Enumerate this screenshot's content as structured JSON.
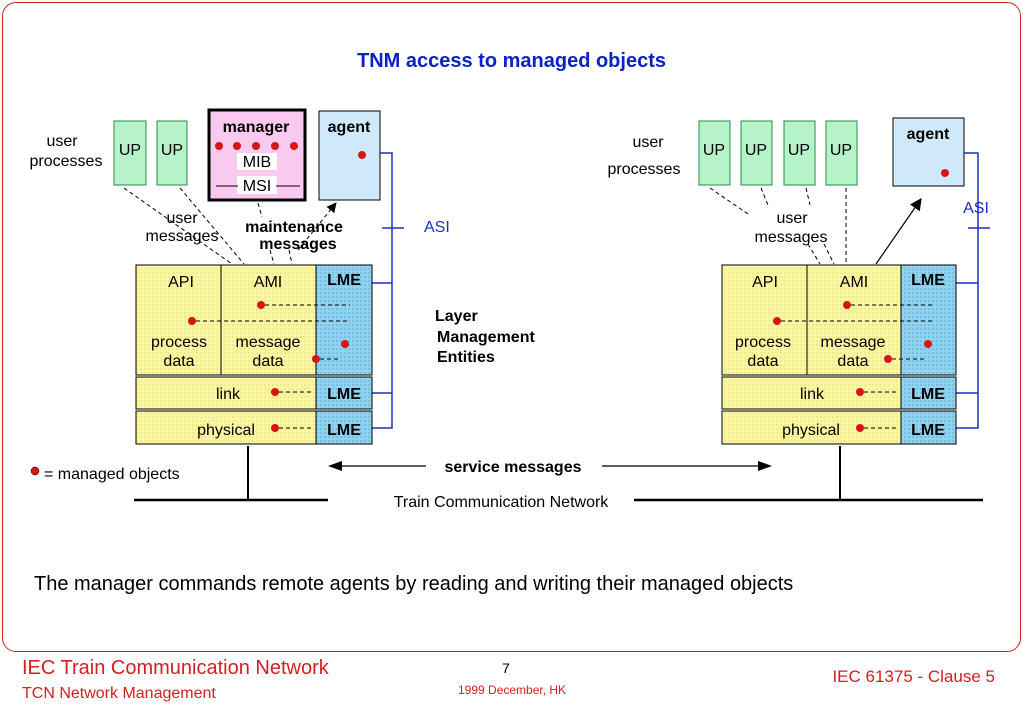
{
  "title": "TNM access to managed objects",
  "caption": "The manager commands remote agents by reading and writing their managed objects",
  "footer": {
    "left_title": "IEC Train Communication Network",
    "left_subtitle": "TCN Network Management",
    "page_number": "7",
    "date": "1999 December, HK",
    "right": "IEC 61375 - Clause 5"
  },
  "diagram": {
    "left_station": {
      "user_processes_line1": "user",
      "user_processes_line2": "processes",
      "up_boxes": [
        "UP",
        "UP"
      ],
      "manager": {
        "label": "manager",
        "mib": "MIB",
        "msi": "MSI"
      },
      "agent": "agent",
      "user_messages_line1": "user",
      "user_messages_line2": "messages",
      "maintenance_line1": "maintenance",
      "maintenance_line2": "messages",
      "asi": "ASI",
      "api": "API",
      "ami": "AMI",
      "lme": "LME",
      "process_data_line1": "process",
      "process_data_line2": "data",
      "message_data_line1": "message",
      "message_data_line2": "data",
      "link": "link",
      "physical": "physical"
    },
    "right_station": {
      "user_processes_line1": "user",
      "user_processes_line2": "processes",
      "up_boxes": [
        "UP",
        "UP",
        "UP",
        "UP"
      ],
      "agent": "agent",
      "user_messages_line1": "user",
      "user_messages_line2": "messages",
      "asi": "ASI",
      "api": "API",
      "ami": "AMI",
      "lme": "LME",
      "process_data_line1": "process",
      "process_data_line2": "data",
      "message_data_line1": "message",
      "message_data_line2": "data",
      "link": "link",
      "physical": "physical"
    },
    "layer_management_line1": "Layer",
    "layer_management_line2": "Management",
    "layer_management_line3": "Entities",
    "service_messages": "service messages",
    "network": "Train Communication Network",
    "legend": "= managed objects"
  },
  "colors": {
    "title_blue": "#0a22c8",
    "red": "#d42020",
    "up_green": "#b6f3c8",
    "manager_pink": "#f9c9ef",
    "agent_blue": "#cfe9fb",
    "layer_yellow": "#fbf6a2",
    "lme_blue": "#8fd3f0",
    "dot_red": "#d81515"
  },
  "icons": [
    "managed-object-dot-icon",
    "arrow-icon"
  ]
}
